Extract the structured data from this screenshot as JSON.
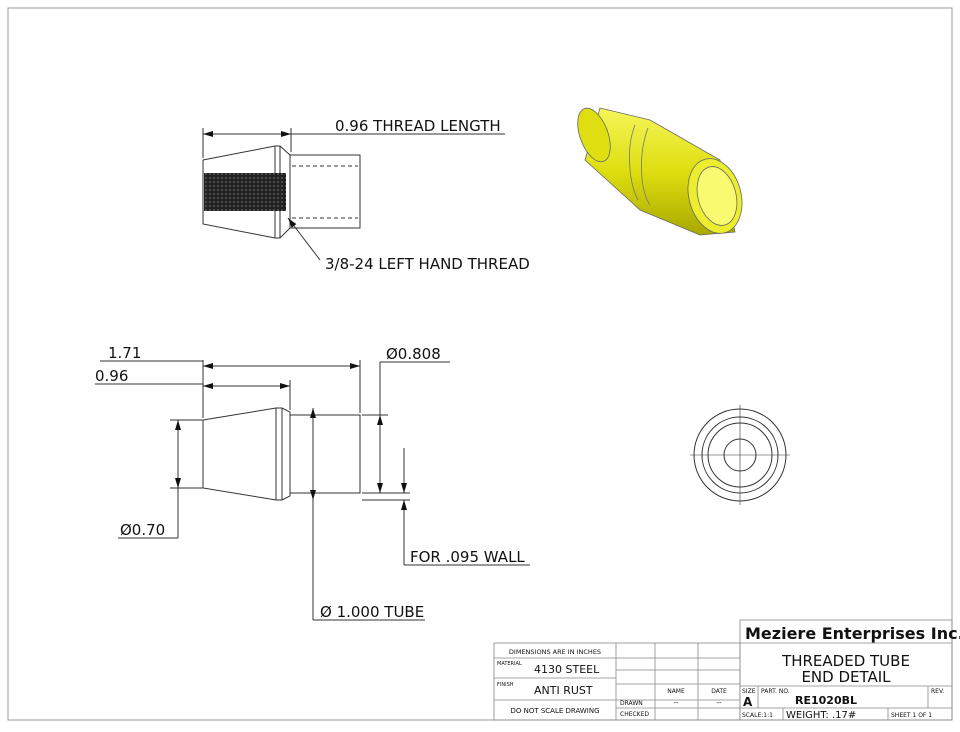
{
  "company": "Meziere Enterprises Inc.",
  "title_line1": "THREADED TUBE",
  "title_line2": "END DETAIL",
  "part_no_label": "PART. NO.",
  "part_no": "RE1020BL",
  "size_label": "SIZE",
  "size": "A",
  "rev_label": "REV.",
  "scale": "SCALE:1:1",
  "weight": "WEIGHT: .17#",
  "sheet": "SHEET 1 OF 1",
  "dimensions_note": "DIMENSIONS ARE IN INCHES",
  "material_label": "MATERIAL",
  "material": "4130 STEEL",
  "finish_label": "FINISH",
  "finish": "ANTI RUST",
  "no_scale": "DO NOT SCALE DRAWING",
  "name_label": "NAME",
  "date_label": "DATE",
  "drawn_label": "DRAWN",
  "checked_label": "CHECKED",
  "drawn_name": "--",
  "drawn_date": "--",
  "dims": {
    "thread_length": "0.96 THREAD LENGTH",
    "thread_spec": "3/8-24 LEFT HAND THREAD",
    "overall": "1.71",
    "cone": "0.96",
    "tube_od": "Ø0.808",
    "end_dia": "Ø0.70",
    "wall": "FOR .095 WALL",
    "tube": "Ø 1.000 TUBE"
  },
  "colors": {
    "part_yellow": "#e6e600"
  }
}
